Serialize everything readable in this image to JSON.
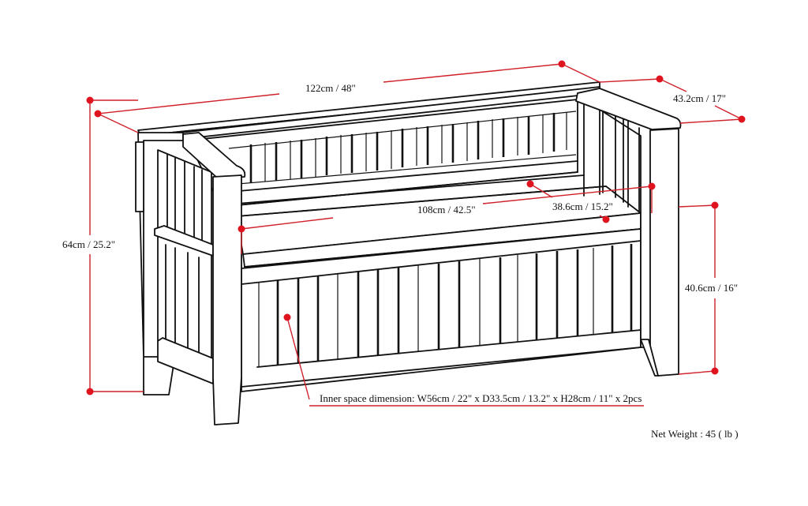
{
  "diagram": {
    "subject": "Storage bench with slatted back, arms and lift-top seat",
    "accent_color": "#d0202a",
    "line_color": "#111111",
    "dimensions": {
      "overall_width": "122cm / 48\"",
      "overall_depth": "43.2cm / 17\"",
      "overall_height": "64cm / 25.2\"",
      "seat_width": "108cm / 42.5\"",
      "seat_depth": "38.6cm / 15.2\"",
      "seat_height": "40.6cm / 16\""
    },
    "notes": {
      "inner_space": "Inner space dimension: W56cm / 22\" x D33.5cm / 13.2\" x H28cm / 11\" x 2pcs",
      "net_weight": "Net Weight : 45 ( lb )"
    }
  }
}
